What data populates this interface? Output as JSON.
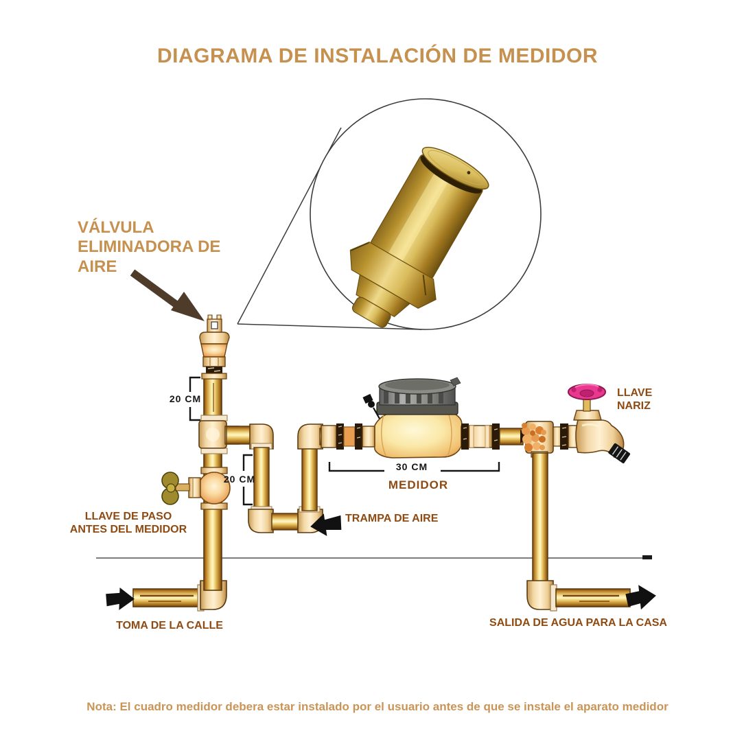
{
  "title": {
    "text": "DIAGRAMA DE INSTALACIÓN DE MEDIDOR",
    "color": "#C6904F"
  },
  "note": {
    "text": "Nota: El cuadro medidor debera estar instalado por el usuario antes de que se instale el aparato medidor",
    "color": "#CB9457"
  },
  "labels": {
    "air_release_valve": "VÁLVULA ELIMINADORA DE AIRE",
    "shutoff_valve": "LLAVE DE PASO ANTES DEL MEDIDOR",
    "air_trap": "TRAMPA DE AIRE",
    "meter": "MEDIDOR",
    "hose_bib": "LLAVE NARIZ",
    "street_inlet": "TOMA DE LA CALLE",
    "house_outlet": "SALIDA DE AGUA PARA LA CASA"
  },
  "dimensions": {
    "riser_above_tee": "20 CM",
    "trap_drop": "20 CM",
    "meter_length": "30 CM"
  },
  "colors": {
    "title_tan": "#C6904F",
    "label_brown": "#8F4A12",
    "dimension_text": "#151515",
    "pipe_brass_mid": "#E8C76B",
    "pipe_brass_highlight": "#FFF7C8",
    "pipe_brass_edge": "#7A4710",
    "fitting_light": "#F7DFB2",
    "meter_body_yellow": "#FAE8A8",
    "meter_cap_gray": "#8C8C86",
    "hemp_orange": "#E89A4E",
    "handle_pink": "#E83890",
    "shutoff_wheel_olive": "#A08A2E",
    "flow_arrow_black": "#111111",
    "pointer_arrow_brown": "#4E3B2A",
    "ground_line_gray": "#7D7D7D"
  }
}
